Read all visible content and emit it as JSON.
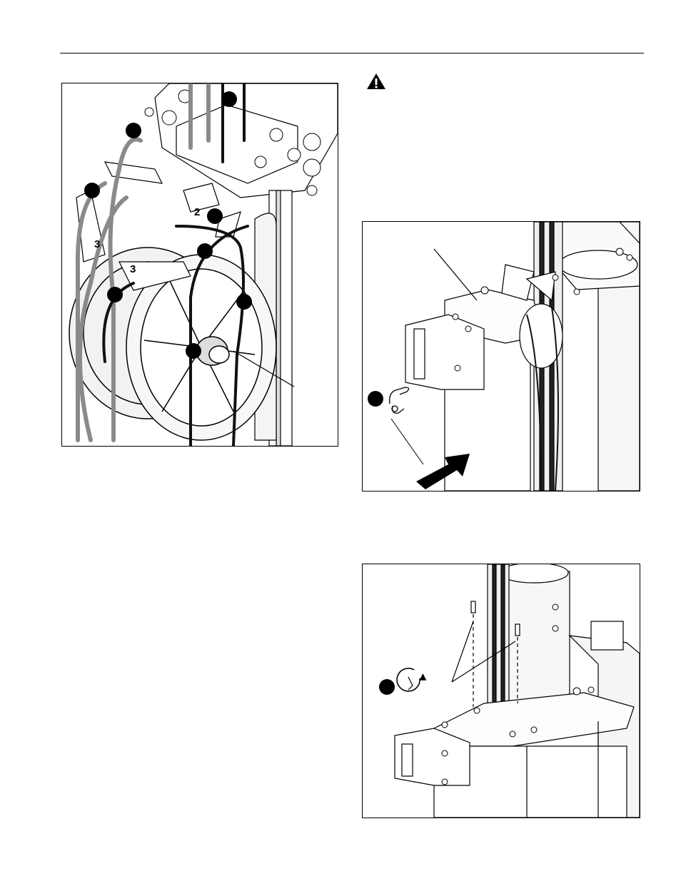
{
  "page": {
    "header_rule": true
  },
  "figure_1": {
    "description_name": "cable-routing-pulley-diagram",
    "pulley_digits": [
      "2",
      "3",
      "3"
    ],
    "colors": {
      "gray_cable": "#8a8a8a",
      "black_cable": "#111111"
    }
  },
  "warning": {
    "icon": "warning-triangle-icon"
  },
  "figure_2": {
    "description_name": "cover-plate-install-diagram",
    "icons": [
      "hand-icon"
    ]
  },
  "figure_3": {
    "description_name": "screw-fastening-diagram",
    "icons": [
      "rotate-clockwise-icon"
    ]
  }
}
